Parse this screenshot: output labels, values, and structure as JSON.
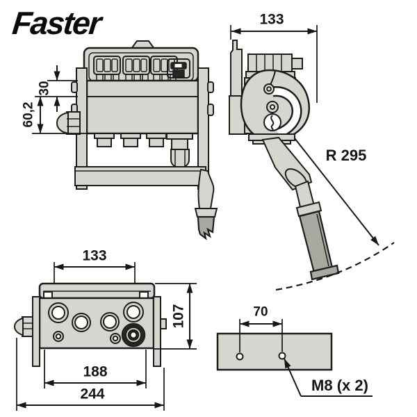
{
  "brand": {
    "logo": "Faster"
  },
  "dimensions": {
    "front": {
      "upper_height": "30",
      "lower_height": "60,2"
    },
    "side": {
      "width": "133",
      "lever_radius": "R 295"
    },
    "top": {
      "lid_width": "133",
      "depth": "107",
      "body_width": "188",
      "overall_width": "244"
    },
    "plate": {
      "hole_spacing": "70",
      "thread_label": "M8 (x 2)"
    }
  },
  "colors": {
    "background": "#ffffff",
    "body_fill": "#d6d6d0",
    "grip_fill": "#a9a9a2",
    "dark_detail": "#262622",
    "line": "#1c1c1a"
  }
}
